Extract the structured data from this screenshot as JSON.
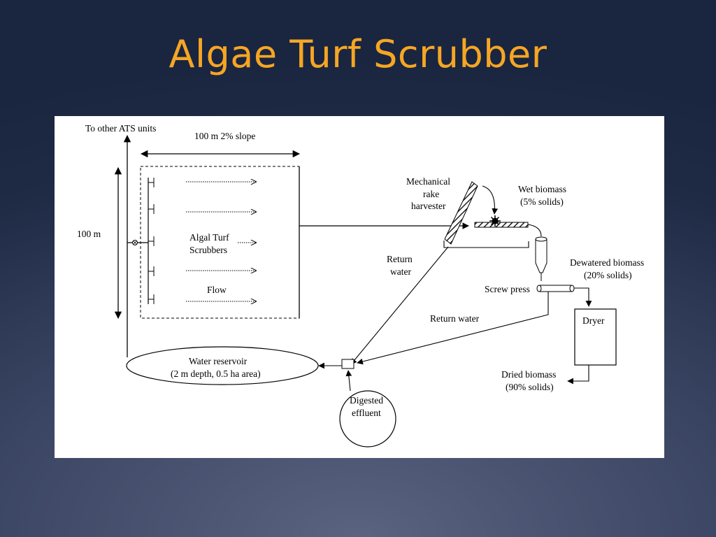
{
  "slide": {
    "title": "Algae Turf Scrubber"
  },
  "diagram": {
    "labels": {
      "to_other_units": "To other ATS units",
      "width_label": "100 m   2% slope",
      "length_label": "100 m",
      "scrubbers_line1": "Algal Turf",
      "scrubbers_line2": "Scrubbers",
      "flow": "Flow",
      "harvester_line1": "Mechanical",
      "harvester_line2": "rake",
      "harvester_line3": "harvester",
      "wet_biomass_line1": "Wet biomass",
      "wet_biomass_line2": "(5% solids)",
      "return_water_1_line1": "Return",
      "return_water_1_line2": "water",
      "dewatered_line1": "Dewatered biomass",
      "dewatered_line2": "(20% solids)",
      "screw_press": "Screw press",
      "dryer": "Dryer",
      "return_water_2": "Return water",
      "dried_line1": "Dried biomass",
      "dried_line2": "(90% solids)",
      "reservoir_line1": "Water reservoir",
      "reservoir_line2": "(2 m depth, 0.5 ha area)",
      "digested_line1": "Digested",
      "digested_line2": "effluent"
    }
  }
}
